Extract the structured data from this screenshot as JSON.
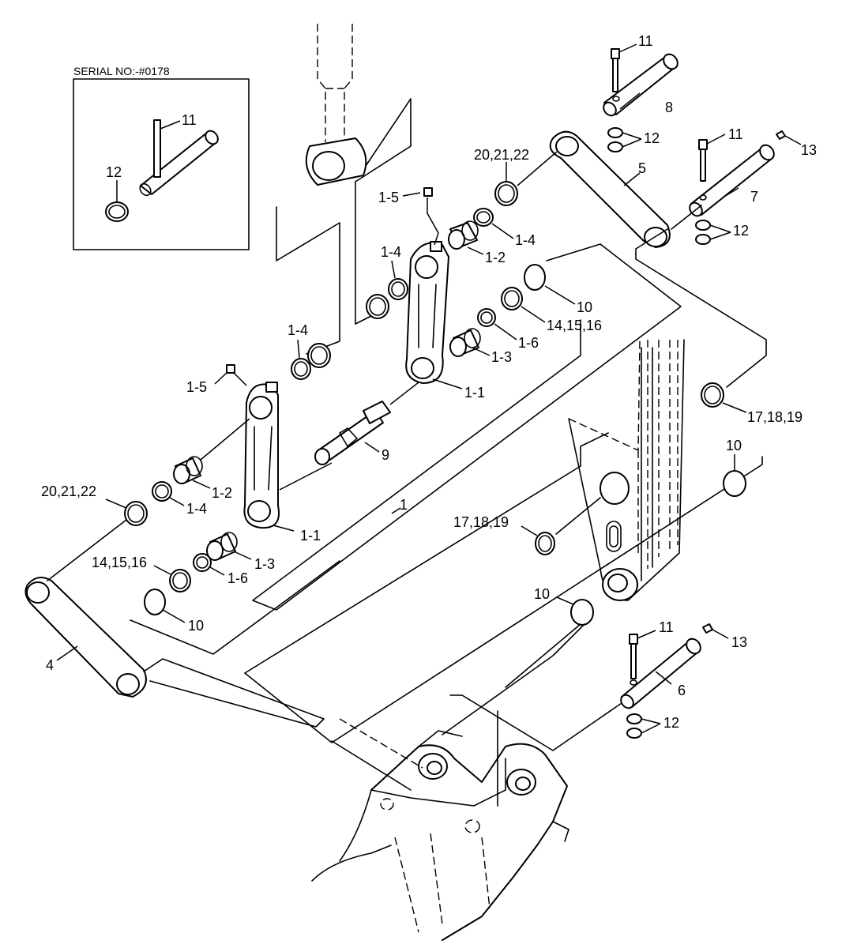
{
  "inset": {
    "title": "SERIAL NO:-#0178",
    "labels": [
      "11",
      "12"
    ]
  },
  "labels": {
    "l11a": "11",
    "l8": "8",
    "l12a": "12",
    "l20a": "20,21,22",
    "l5": "5",
    "l11b": "11",
    "l13a": "13",
    "l7": "7",
    "l12b": "12",
    "l1_5a": "1-5",
    "l1_4a": "1-4",
    "l1_2a": "1-2",
    "l1_4b": "1-4",
    "l10a": "10",
    "l14a": "14,15,16",
    "l1_6a": "1-6",
    "l1_3a": "1-3",
    "l1_4c": "1-4",
    "l1_1a": "1-1",
    "l1_5b": "1-5",
    "l17a": "17,18,19",
    "l9": "9",
    "l10b": "10",
    "l20b": "20,21,22",
    "l1_2b": "1-2",
    "l1_4d": "1-4",
    "l1": "1",
    "l17b": "17,18,19",
    "l1_1b": "1-1",
    "l1_3b": "1-3",
    "l14b": "14,15,16",
    "l1_6b": "1-6",
    "l10c": "10",
    "l10d": "10",
    "l4": "4",
    "l11c": "11",
    "l13b": "13",
    "l6": "6",
    "l12c": "12"
  },
  "colors": {
    "line": "#000000",
    "background": "#ffffff"
  }
}
